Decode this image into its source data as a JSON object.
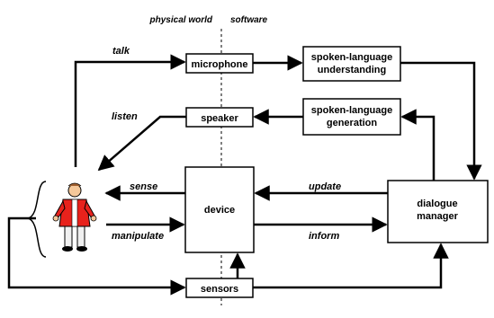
{
  "headers": {
    "physical_world": "physical world",
    "software": "software"
  },
  "boxes": {
    "microphone": "microphone",
    "speaker": "speaker",
    "slu_line1": "spoken-language",
    "slu_line2": "understanding",
    "slg_line1": "spoken-language",
    "slg_line2": "generation",
    "device": "device",
    "dm_line1": "dialogue",
    "dm_line2": "manager",
    "sensors": "sensors"
  },
  "edges": {
    "talk": "talk",
    "listen": "listen",
    "sense": "sense",
    "manipulate": "manipulate",
    "update": "update",
    "inform": "inform"
  },
  "colors": {
    "line": "#000000",
    "figure_jacket": "#e8221c",
    "figure_skin": "#f5c89a"
  }
}
